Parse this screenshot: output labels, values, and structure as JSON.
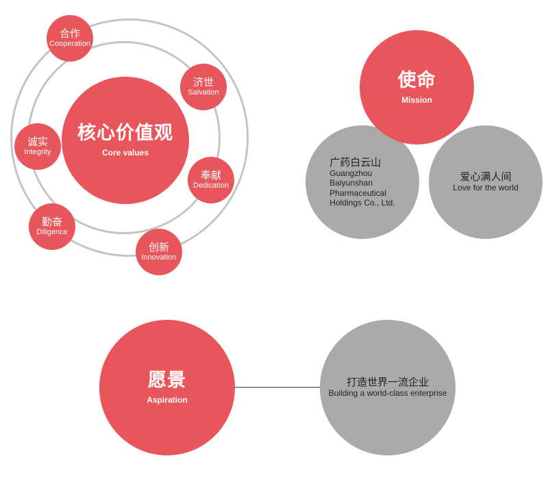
{
  "core_values": {
    "center": {
      "zh": "核心价值观",
      "en": "Core values"
    },
    "items": [
      {
        "zh": "合作",
        "en": "Cooperation"
      },
      {
        "zh": "济世",
        "en": "Salvation"
      },
      {
        "zh": "诚实",
        "en": "Integrity"
      },
      {
        "zh": "奉献",
        "en": "Dedication"
      },
      {
        "zh": "勤奋",
        "en": "Diligence"
      },
      {
        "zh": "创新",
        "en": "Innovation"
      }
    ]
  },
  "mission": {
    "center": {
      "zh": "使命",
      "en": "Mission"
    },
    "left": {
      "zh": "广药白云山",
      "en_lines": [
        "Guangzhou",
        "Baiyunshan",
        "Pharmaceutical",
        "Holdings Co., Ltd."
      ]
    },
    "right": {
      "zh": "爱心满人间",
      "en": "Love for the world"
    }
  },
  "aspiration": {
    "center": {
      "zh": "愿景",
      "en": "Aspiration"
    },
    "target": {
      "zh": "打造世界一流企业",
      "en": "Building a world-class enterprise"
    }
  },
  "colors": {
    "red": "#e8555b",
    "gray": "#aaaaaa",
    "ring": "#c4c4c4"
  }
}
